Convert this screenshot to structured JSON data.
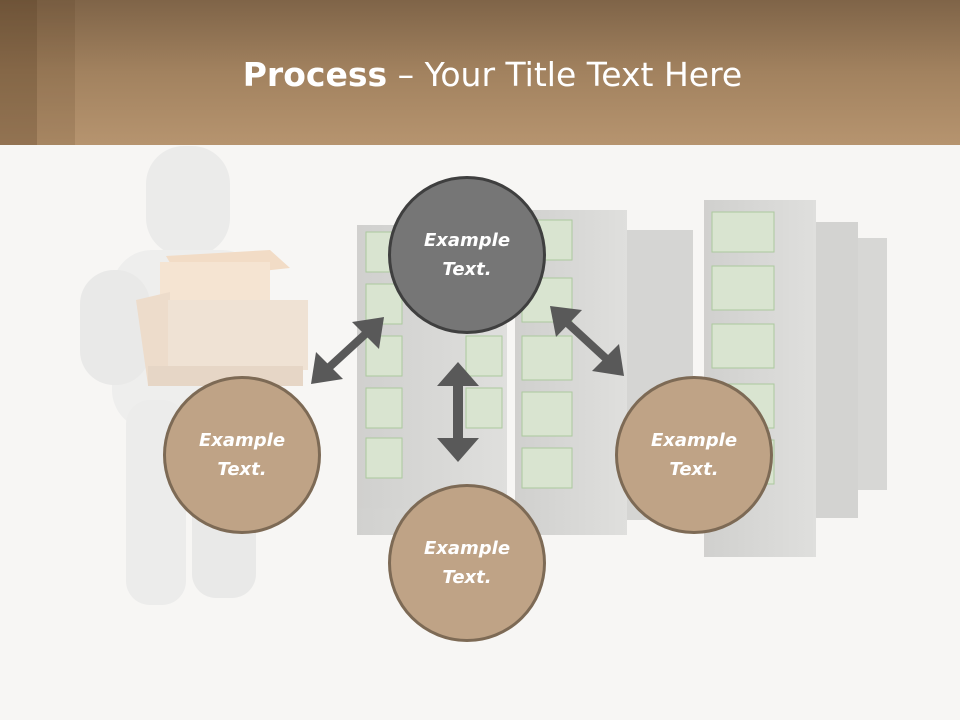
{
  "title": {
    "bold": "Process",
    "rest": " – Your Title Text Here"
  },
  "circles": {
    "top": {
      "line1": "Example",
      "line2": "Text."
    },
    "left": {
      "line1": "Example",
      "line2": "Text."
    },
    "bottom": {
      "line1": "Example",
      "line2": "Text."
    },
    "right": {
      "line1": "Example",
      "line2": "Text."
    }
  },
  "colors": {
    "header": "#a2825f",
    "circle_gray": "#767676",
    "circle_tan": "#bfa386",
    "arrow": "#595959"
  },
  "icons": [
    "person-figure",
    "server-racks",
    "double-arrow"
  ]
}
